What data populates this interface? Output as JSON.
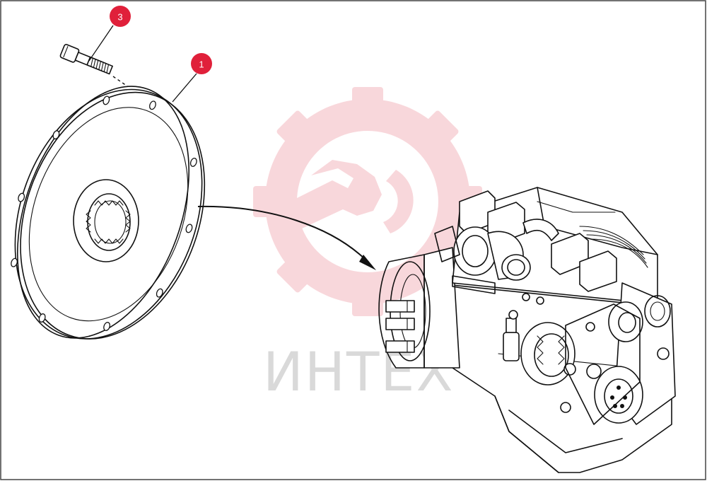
{
  "diagram": {
    "callouts": [
      {
        "id": "bolt",
        "label": "3",
        "color": "#e0203a"
      },
      {
        "id": "flex-plate",
        "label": "1",
        "color": "#e0203a"
      }
    ],
    "watermark": {
      "text": "ИНТЕХ",
      "logo": "gear-wrench-icon",
      "logo_color": "#f4b8be",
      "text_color": "#d9d9d9"
    },
    "border_color": "#444444",
    "line_color": "#111111"
  }
}
